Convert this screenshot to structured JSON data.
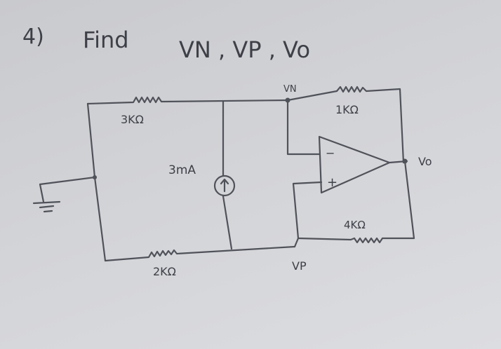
{
  "title": {
    "number": "4)",
    "text": "Find",
    "vars": "VN , VP , Vo"
  },
  "labels": {
    "r1": "3KΩ",
    "r2": "2KΩ",
    "r3": "1KΩ",
    "r4": "4KΩ",
    "source": "3mA",
    "vn": "VN",
    "vp": "VP",
    "vo": "Vo",
    "opamp_minus": "−",
    "opamp_plus": "+"
  }
}
